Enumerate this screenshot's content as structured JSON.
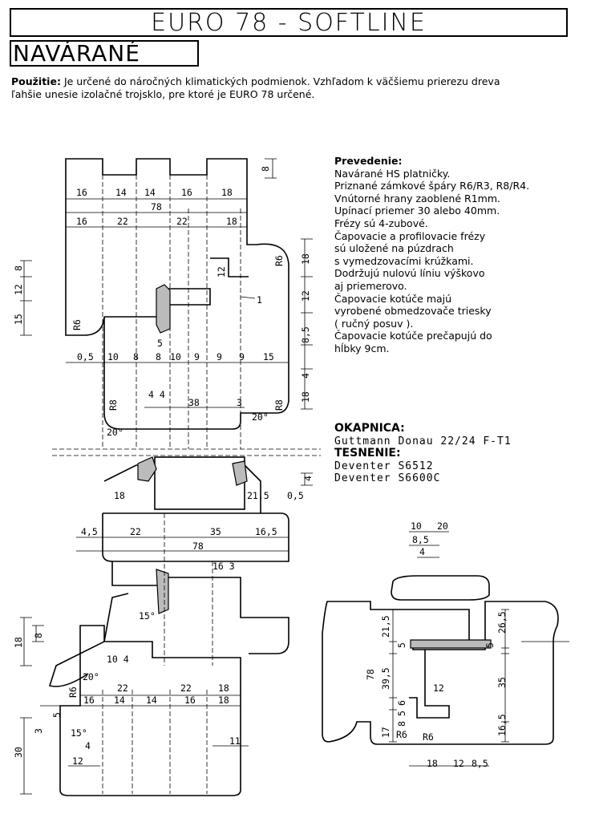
{
  "header": {
    "title": "EURO 78 - SOFTLINE",
    "subtitle": "NAVÁRANÉ"
  },
  "usage": {
    "label": "Použitie:",
    "text_line1": "Je určené do náročných klimatických podmienok. Vzhľadom k väčšiemu prierezu dreva",
    "text_line2": "ľahšie unesie izolačné trojsklo, pre ktoré je EURO 78 určené."
  },
  "execution": {
    "heading": "Prevedenie:",
    "lines": [
      "Navárané HS platničky.",
      "Priznané zámkové špáry R6/R3, R8/R4.",
      "Vnútorné hrany zaoblené R1mm.",
      "Upínací priemer 30 alebo 40mm.",
      "Frézy sú 4-zubové.",
      "Čapovacie a profilovacie frézy",
      "sú uložené na púzdrach",
      "s vymedzovacími krúžkami.",
      "Dodržujú nulovú líniu výškovo",
      "aj priemerovo.",
      "Čapovacie kotúče majú",
      "vyrobené obmedzovače triesky",
      "( ručný posuv ).",
      "Čapovacie kotúče prečapujú do",
      "hĺbky 9cm."
    ]
  },
  "drip": {
    "heading": "OKAPNICA:",
    "value": "Guttmann Donau 22/24 F-T1"
  },
  "seal": {
    "heading": "TESNENIE:",
    "values": [
      "Deventer S6512",
      "Deventer S6600C"
    ]
  },
  "dims": {
    "top_row1": [
      "16",
      "14",
      "14",
      "16",
      "18"
    ],
    "top_total": "78",
    "top_row2": [
      "16",
      "22",
      "22",
      "18"
    ],
    "left_top": [
      "8",
      "12",
      "15"
    ],
    "r6_left": "R6",
    "r6_right": "R6",
    "right_top": [
      "18",
      "12",
      "8,5",
      "4",
      "18"
    ],
    "top_gap": "8",
    "d12": "12",
    "d1": "1",
    "d5": "5",
    "row3": [
      "0,5",
      "10",
      "8",
      "8",
      "10",
      "9",
      "9",
      "9",
      "15"
    ],
    "d44": "4 4",
    "d38": "38",
    "d3": "3",
    "r8a": "R8",
    "r8b": "R8",
    "ang20a": "20°",
    "ang20b": "20°",
    "d18g": "18",
    "d215": "21,5",
    "d05": "0,5",
    "d4g": "4",
    "row4": [
      "4,5",
      "22",
      "35",
      "16,5"
    ],
    "bottom_total": "78",
    "d163": "16 3",
    "ang15a": "15°",
    "left_bot": [
      "18",
      "8"
    ],
    "d104": "10 4",
    "ang20c": "20°",
    "bot_row1": [
      "22",
      "22",
      "18"
    ],
    "bot_row2": [
      "16",
      "14",
      "14",
      "16",
      "18"
    ],
    "r6c": "R6",
    "d3b": "3",
    "d5b": "5",
    "ang15b": "15°",
    "d4b": "4",
    "d30": "30",
    "d12b": "12",
    "d11": "11",
    "sec_top": [
      "10",
      "20"
    ],
    "sec_85": "8,5",
    "sec_4": "4",
    "sec_left": [
      "21,5",
      "5",
      "39,5",
      "6",
      "5",
      "8",
      "17"
    ],
    "sec_78": "78",
    "sec_right": [
      "26,5",
      "5",
      "35",
      "16,5"
    ],
    "sec_12": "12",
    "sec_r6a": "R6",
    "sec_r6b": "R6",
    "sec_bottom": [
      "18",
      "12",
      "8,5"
    ]
  }
}
